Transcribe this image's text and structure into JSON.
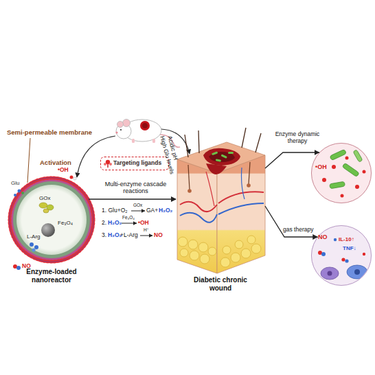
{
  "diagram": {
    "nodes": [
      {
        "text": [
          "Enzyme-loaded nanoreactor",
          "GOx",
          "Fe₃O₄",
          "L-Arg"
        ]
      },
      {
        "text": [
          "Targeting ligands"
        ]
      },
      {
        "text": [
          "Diabetic chronic wound"
        ]
      },
      {
        "text": [
          "•OH"
        ]
      },
      {
        "text": [
          "NO",
          "IL-10↑",
          "TNF↓"
        ]
      }
    ],
    "edges": [
      {
        "from": 0,
        "to": 2,
        "label": "Multi-enzyme cascade reactions",
        "arrow": "to"
      },
      {
        "from": 2,
        "to": 3,
        "label": "Enzyme dynamic therapy",
        "arrow": "to"
      },
      {
        "from": 2,
        "to": 4,
        "label": "gas therapy",
        "arrow": "to"
      }
    ],
    "labels": [
      "Semi-permeable membrane",
      "Activation",
      "Glu",
      "•OH",
      "NO",
      "1. Glu+O₂",
      "GOx",
      "GA+",
      "H₂O₂",
      "2.",
      "H₂O₂",
      "Fe₃O₄",
      "•OH",
      "3.",
      "H₂O₂",
      "+L-Arg",
      "H⁺",
      "NO",
      "Acidic pH",
      "High Glu levels"
    ]
  }
}
